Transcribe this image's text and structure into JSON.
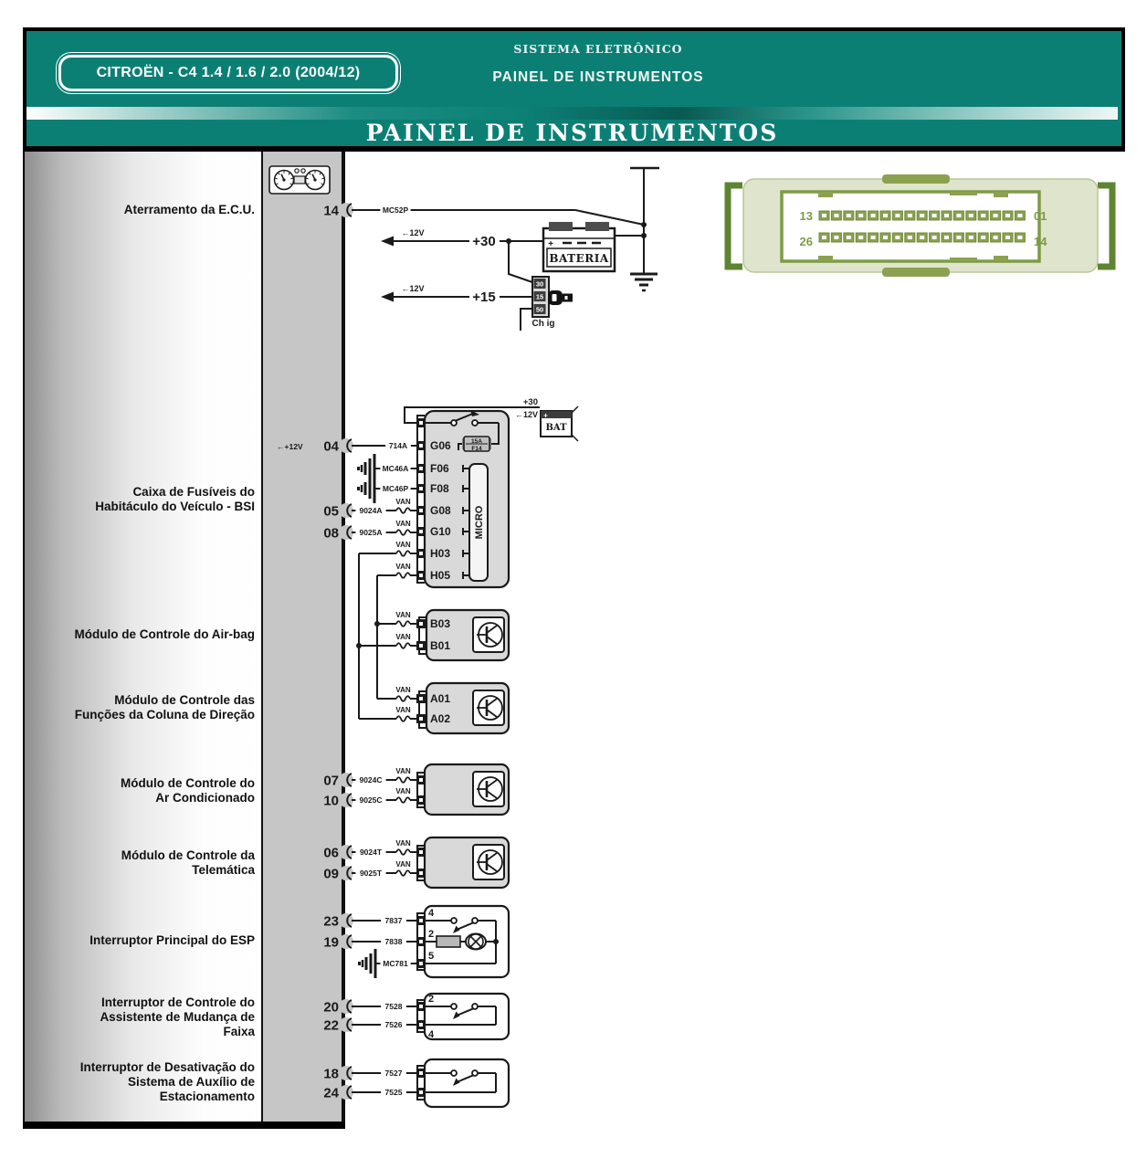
{
  "header": {
    "model_badge": "CITROËN - C4 1.4 / 1.6 / 2.0 (2004/12)",
    "system_label": "SISTEMA ELETRÔNICO",
    "subsystem_label": "PAINEL DE INSTRUMENTOS",
    "title": "PAINEL DE INSTRUMENTOS"
  },
  "sidebar": {
    "labels": [
      {
        "lines": [
          "Aterramento da E.C.U."
        ]
      },
      {
        "lines": [
          "Caixa de Fusíveis do",
          "Habitáculo do Veículo - BSI"
        ]
      },
      {
        "lines": [
          "Módulo de Controle do Air-bag"
        ]
      },
      {
        "lines": [
          "Módulo de Controle das",
          "Funções da Coluna de Direção"
        ]
      },
      {
        "lines": [
          "Módulo de Controle do",
          "Ar Condicionado"
        ]
      },
      {
        "lines": [
          "Módulo de Controle da",
          "Telemática"
        ]
      },
      {
        "lines": [
          "Interruptor Principal do ESP"
        ]
      },
      {
        "lines": [
          "Interruptor de Controle do",
          "Assistente de Mudança de",
          "Faixa"
        ]
      },
      {
        "lines": [
          "Interruptor de Desativação do",
          "Sistema de Auxílio de",
          "Estacionamento"
        ]
      }
    ]
  },
  "connector": {
    "row1_left": "13",
    "row1_right": "01",
    "row2_left": "26",
    "row2_right": "14"
  },
  "diagram": {
    "panel_pins": [
      "14",
      "04",
      "05",
      "08",
      "07",
      "10",
      "06",
      "09",
      "23",
      "19",
      "20",
      "22",
      "18",
      "24"
    ],
    "power": {
      "plus30": "+30",
      "plus15": "+15",
      "v12": "←12V",
      "v12plus": "←+12V",
      "plus": "+",
      "bateria": "BATERIA",
      "bat": "BAT",
      "chig": "Ch ig",
      "ign": [
        "30",
        "15",
        "50"
      ]
    },
    "wires": {
      "mc52p": "MC52P",
      "w714a": "714A",
      "mc46a": "MC46A",
      "mc46p": "MC46P",
      "w9024a": "9024A",
      "w9025a": "9025A",
      "van": "VAN",
      "w9024c": "9024C",
      "w9025c": "9025C",
      "w9024t": "9024T",
      "w9025t": "9025T",
      "w7837": "7837",
      "w7838": "7838",
      "mc781": "MC781",
      "w7528": "7528",
      "w7526": "7526",
      "w7527": "7527",
      "w7525": "7525"
    },
    "bsi": {
      "pins": [
        "G06",
        "F06",
        "F08",
        "G08",
        "G10",
        "H03",
        "H05"
      ],
      "micro": "MICRO",
      "fuse_amp": "15A",
      "fuse_id": "F14"
    },
    "modules": {
      "airbag": [
        "B03",
        "B01"
      ],
      "column": [
        "A01",
        "A02"
      ],
      "esp": [
        "4",
        "2",
        "5"
      ],
      "lane": [
        "2",
        "4"
      ]
    }
  }
}
